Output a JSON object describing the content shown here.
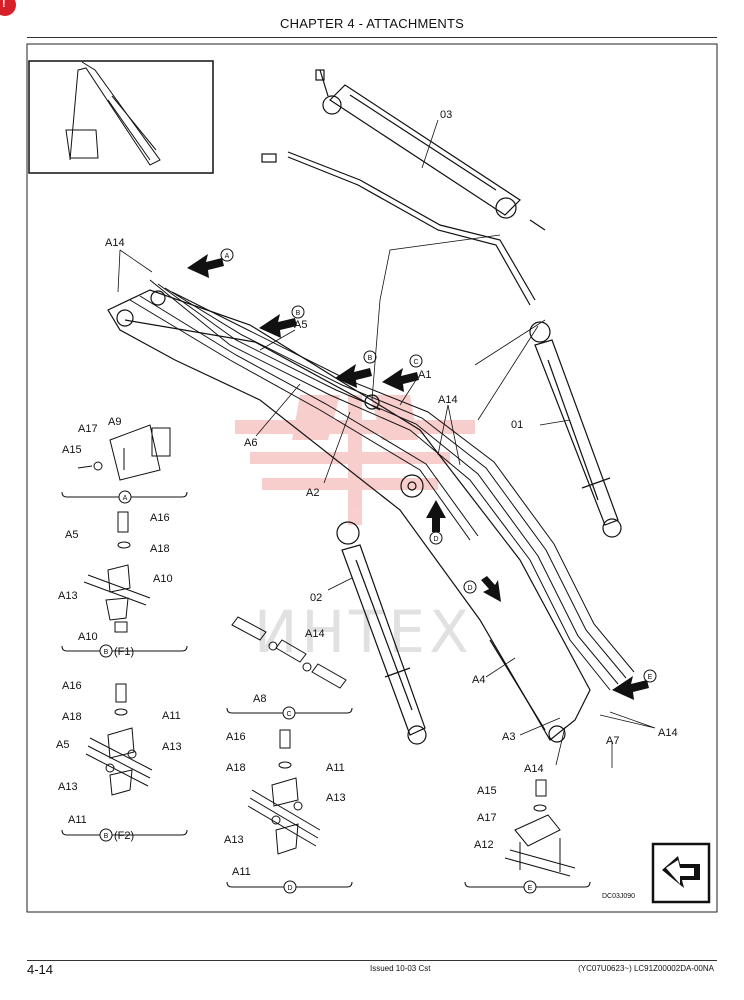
{
  "header": {
    "chapter_title": "CHAPTER 4 - ATTACHMENTS"
  },
  "footer": {
    "page_number": "4-14",
    "issued": "Issued 10-03   Cst",
    "model_codes": "(YC07U0623~)   LC91Z00002DA-00NA"
  },
  "watermark": {
    "text": "ИНТЕХ"
  },
  "corner_mark": {
    "glyph": "!"
  },
  "diagram": {
    "drawing_code": "DC03J090",
    "part_labels": {
      "p03": "03",
      "p01": "01",
      "p02": "02",
      "a1": "A1",
      "a2": "A2",
      "a3": "A3",
      "a4": "A4",
      "a5": "A5",
      "a6": "A6",
      "a7": "A7",
      "a8": "A8",
      "a9": "A9",
      "a10": "A10",
      "a11": "A11",
      "a12": "A12",
      "a13": "A13",
      "a14": "A14",
      "a15": "A15",
      "a16": "A16",
      "a17": "A17",
      "a18": "A18"
    },
    "detail_captions": {
      "a": "A",
      "b_f1": "B",
      "b_f1_suffix": "(F1)",
      "b_f2": "B",
      "b_f2_suffix": "(F2)",
      "c": "C",
      "d": "D",
      "e": "E"
    },
    "callout_letters": {
      "a": "A",
      "b": "B",
      "c": "C",
      "d": "D",
      "e": "E"
    }
  },
  "colors": {
    "line": "#111111",
    "watermark_red": "#e8544f",
    "watermark_grey": "#c9c9c9",
    "corner_red": "#d8202a"
  }
}
